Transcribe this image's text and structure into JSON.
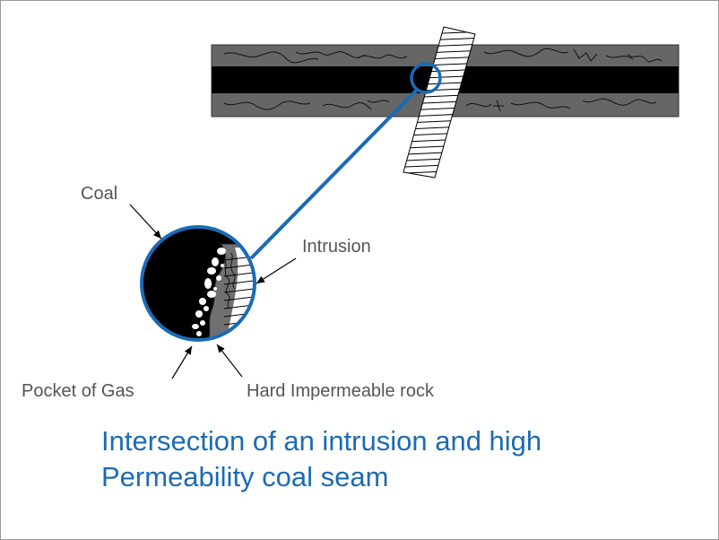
{
  "labels": {
    "coal": "Coal",
    "intrusion": "Intrusion",
    "pocket_of_gas": "Pocket of Gas",
    "hard_rock": "Hard Impermeable rock"
  },
  "caption": {
    "line1": "Intersection of an intrusion and high",
    "line2": "Permeability coal seam"
  },
  "colors": {
    "accent": "#1b6bb5",
    "rock": "#666666",
    "coal": "#000000",
    "label": "#555555"
  }
}
